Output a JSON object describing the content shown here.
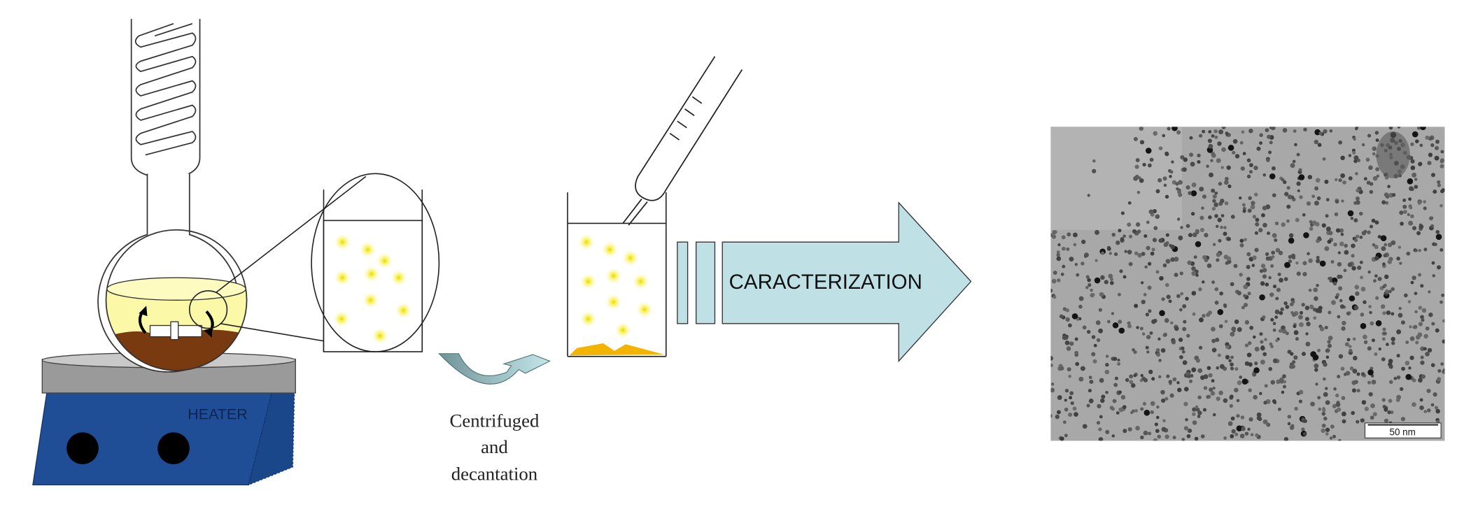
{
  "labels": {
    "heater": "HEATER",
    "step_line1": "Centrifuged",
    "step_line2": "and",
    "step_line3": "decantation",
    "arrow": "CARACTERIZATION",
    "scale_bar": "50 nm"
  },
  "colors": {
    "heater_blue": "#1f4e96",
    "plate_gray": "#9a9a9a",
    "solution_yellow": "#fbf8a8",
    "sediment_brown": "#7a3a10",
    "precipitate_gold": "#f2b400",
    "arrow_fill": "#bfe1e6",
    "curved_arrow": "#8fb5b9",
    "tem_background": "#a8a8a8"
  }
}
